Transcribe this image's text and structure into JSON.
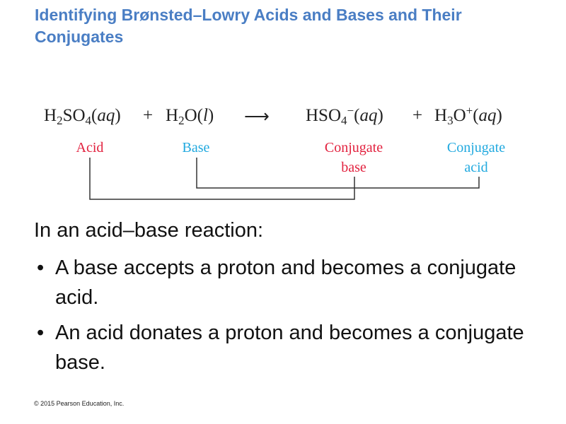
{
  "title": "Identifying Brønsted–Lowry Acids and Bases and Their Conjugates",
  "equation": {
    "species": [
      [
        {
          "t": "H"
        },
        {
          "t": "2",
          "s": "sub"
        },
        {
          "t": "SO"
        },
        {
          "t": "4",
          "s": "sub"
        },
        {
          "t": "("
        },
        {
          "t": "aq",
          "s": "i"
        },
        {
          "t": ")"
        }
      ],
      [
        {
          "t": "H"
        },
        {
          "t": "2",
          "s": "sub"
        },
        {
          "t": "O("
        },
        {
          "t": "l",
          "s": "i"
        },
        {
          "t": ")"
        }
      ],
      [
        {
          "t": "HSO"
        },
        {
          "t": "4",
          "s": "sub"
        },
        {
          "t": "−",
          "s": "sup"
        },
        {
          "t": "("
        },
        {
          "t": "aq",
          "s": "i"
        },
        {
          "t": ")"
        }
      ],
      [
        {
          "t": "H"
        },
        {
          "t": "3",
          "s": "sub"
        },
        {
          "t": "O"
        },
        {
          "t": "+",
          "s": "sup"
        },
        {
          "t": "("
        },
        {
          "t": "aq",
          "s": "i"
        },
        {
          "t": ")"
        }
      ]
    ],
    "plus": "+",
    "arrow": "⟶",
    "labels": [
      "Acid",
      "Base",
      "Conjugate\nbase",
      "Conjugate\nacid"
    ]
  },
  "colors": {
    "title": "#4a7ec4",
    "acid": "#e2223f",
    "base": "#21a9df"
  },
  "body": {
    "intro": "In an acid–base reaction:",
    "bullets": [
      "A base accepts a proton and becomes a conjugate acid.",
      "An acid donates a proton and becomes a conjugate base."
    ],
    "bullet_char": "•"
  },
  "footer": "© 2015  Pearson Education, Inc."
}
